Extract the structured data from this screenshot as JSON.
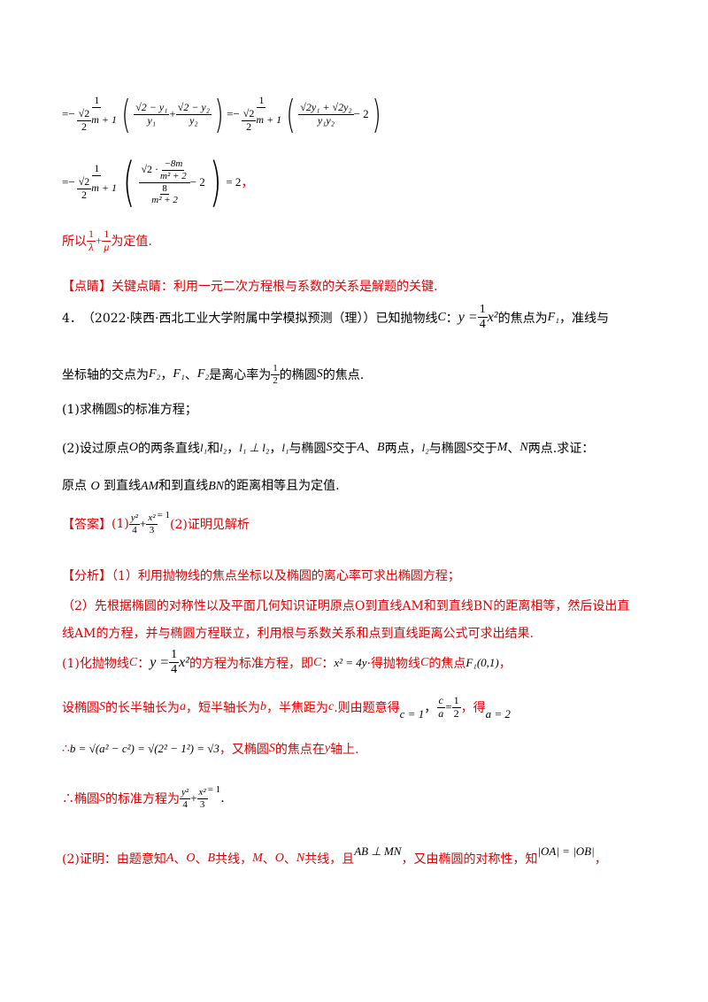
{
  "calc": {
    "line1_prefix": "=−",
    "line1_eq": "=−",
    "line2_prefix": "=−",
    "result": "= 2",
    "comma": "，",
    "one": "1",
    "sqrt2_2m1_num": "√2",
    "two": "2",
    "m_plus_1": "m + 1",
    "expr1_a_num": "√2 − y₁",
    "expr1_a_den": "y₁",
    "plus": "+",
    "expr1_b_num": "√2 − y₂",
    "expr1_b_den": "y₂",
    "expr2_num": "√2y₁ + √2y₂",
    "expr2_den": "y₁y₂",
    "minus2": "− 2",
    "expr3_top": "√2 ·",
    "expr3_top_frac_num": "−8m",
    "expr3_top_frac_den": "m² + 2",
    "expr3_bot_num": "8",
    "expr3_bot_den": "m² + 2"
  },
  "conclusion": {
    "prefix": "所以",
    "lambda": "λ",
    "mu": "μ",
    "suffix": "为定值."
  },
  "tip": "【点睛】关键点睛：利用一元二次方程根与系数的关系是解题的关键.",
  "problem": {
    "number": "4．",
    "source": "（2022·陕西·西北工业大学附属中学模拟预测（理））已知抛物线",
    "C": "C",
    "colon": "：",
    "y_eq": "y =",
    "quarter_num": "1",
    "quarter_den": "4",
    "x2": "x²",
    "focus_text": "的焦点为",
    "F1": "F₁",
    "directrix_text": "，准线与",
    "line2_a": "坐标轴的交点为",
    "F2": "F₂",
    "line2_b": "，",
    "line2_sep": "、",
    "line2_c": "是离心率为",
    "half_num": "1",
    "half_den": "2",
    "line2_d": "的椭圆",
    "S": "S",
    "line2_e": "的焦点.",
    "q1": "(1)求椭圆",
    "q1_b": "的标准方程；",
    "q2_a": "(2)设过原点",
    "O": "O",
    "q2_b": "的两条直线",
    "l1": "l₁",
    "and": "和",
    "l2": "l₂",
    "perp": "l₁ ⊥ l₂",
    "q2_c": "，",
    "q2_d": "与椭圆",
    "q2_e": "交于",
    "A": "A",
    "B": "B",
    "q2_f": "两点，",
    "q2_g": "与椭圆",
    "M": "M",
    "N": "N",
    "q2_h": "两点.求证：",
    "q2_line3": "原点",
    "q2_line3_b": "到直线",
    "AM": "AM",
    "q2_line3_c": "和到直线",
    "BN": "BN",
    "q2_line3_d": "的距离相等且为定值."
  },
  "answer": {
    "label": "【答案】",
    "part1": "(1)",
    "eq_y2": "y²",
    "eq_4": "4",
    "eq_x2": "x²",
    "eq_3": "3",
    "eq_tail": "= 1",
    "part2": "(2)证明见解析"
  },
  "analysis": {
    "line1": "【分析】（1）利用抛物线的焦点坐标以及椭圆的离心率可求出椭圆方程；",
    "line2": "（2）先根据椭圆的对称性以及平面几何知识证明原点O到直线AM和到直线BN的距离相等，然后设出直",
    "line3": "线AM的方程，并与椭圆方程联立，利用根与系数关系和点到直线距离公式可求出结果."
  },
  "solution": {
    "s1_a": "(1)化抛物线",
    "s1_b": "的方程为标准方程，即",
    "s1_eq": "x² = 4y",
    "s1_c": "·得抛物线",
    "s1_d": "的焦点",
    "s1_focus": "F₁(0,1)",
    "s1_e": "，",
    "s2_a": "设椭圆",
    "s2_b": "的长半轴长为",
    "a": "a",
    "s2_c": "，短半轴长为",
    "b": "b",
    "s2_d": "，半焦距为",
    "c": "c",
    "s2_e": ".则由题意得",
    "c_eq": "c = 1",
    "ca_eq_tail": "=",
    "ca_half_num": "1",
    "ca_half_den": "2",
    "s2_f": "，得",
    "a_eq": "a = 2",
    "s3_a": "∴",
    "s3_eq": "b = √(a² − c²) = √(2² − 1²) = √3",
    "s3_b": "，又椭圆",
    "s3_c": "的焦点在",
    "y": "y",
    "s3_d": "轴上.",
    "s4_a": "∴椭圆",
    "s4_b": "的标准方程为",
    "s4_end": ".",
    "s5_a": "(2)证明：由题意知",
    "s5_b": "共线，",
    "s5_c": "共线，且",
    "ABMN": "AB ⊥ MN",
    "s5_d": "，又由椭圆的对称性，知",
    "OAOB": "|OA| = |OB|",
    "s5_e": "，"
  }
}
